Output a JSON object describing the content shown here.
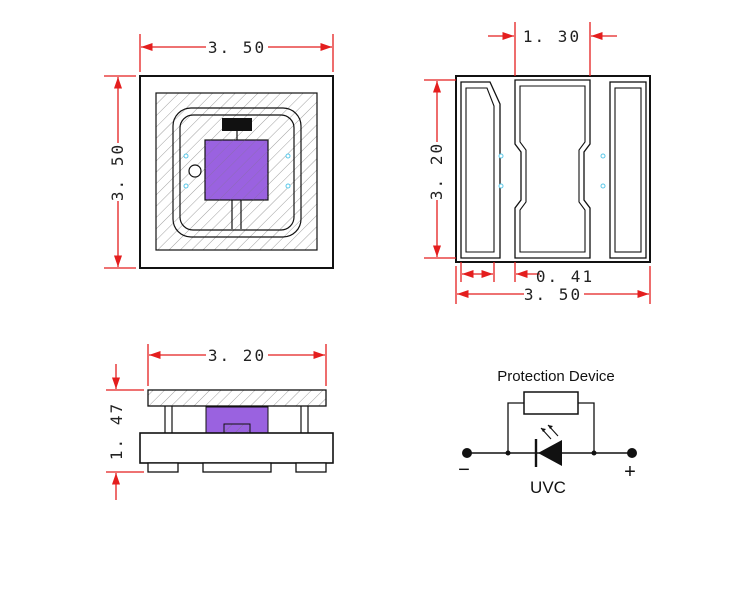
{
  "dimensions": {
    "top_width": "3. 50",
    "top_height": "3. 50",
    "bottom_pad_gap": "1. 30",
    "bottom_height": "3. 20",
    "bottom_pad_width": "0. 41",
    "bottom_width": "3. 50",
    "side_width": "3. 20",
    "side_height": "1. 47"
  },
  "circuit": {
    "device_label": "Protection Device",
    "led_label": "UVC",
    "minus": "−",
    "plus": "+"
  },
  "colors": {
    "dimension_line": "#e41e1e",
    "chip": "#9a62e0",
    "outline": "#111111",
    "via": "#5ac8e8"
  }
}
